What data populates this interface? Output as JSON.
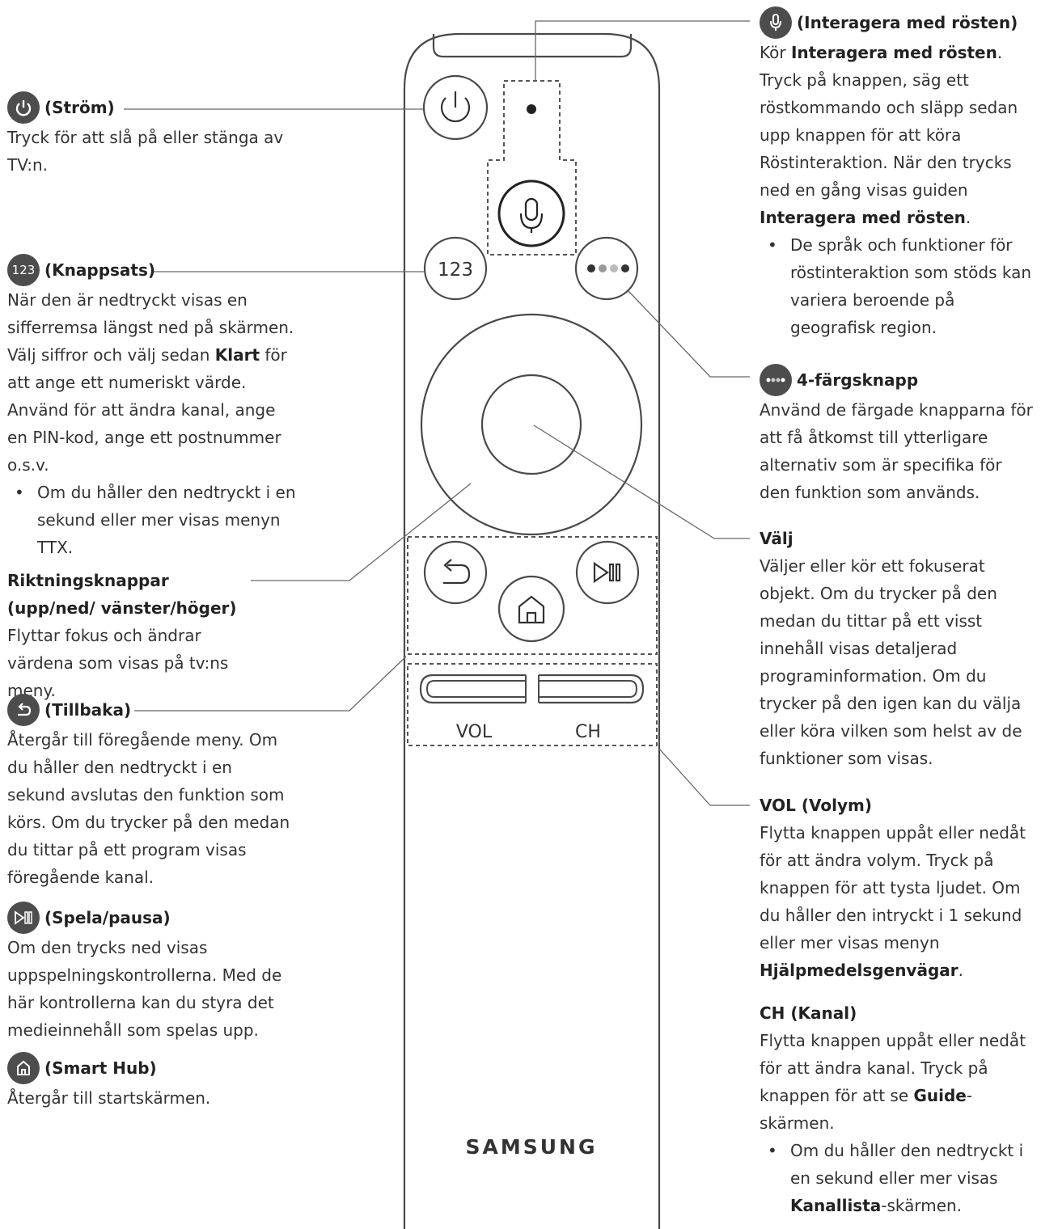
{
  "left": {
    "power": {
      "title": "(Ström)",
      "desc": "Tryck för att slå på eller stänga av TV:n."
    },
    "keypad": {
      "icon_label": "123",
      "title": "(Knappsats)",
      "desc_1": "När den är nedtryckt visas en sifferremsa längst ned på skärmen. Välj siffror och välj sedan",
      "desc_bold": "Klart",
      "desc_2": "för att ange ett numeriskt värde. Använd för att ändra kanal, ange en PIN-kod, ange ett postnummer o.s.v.",
      "bullet": "Om du håller den nedtryckt i en sekund eller mer visas menyn TTX."
    },
    "direction": {
      "title": "Riktningsknappar (upp/ned/ vänster/höger)",
      "desc": "Flyttar fokus och ändrar värdena som visas på tv:ns meny."
    },
    "back": {
      "title": "(Tillbaka)",
      "desc": "Återgår till föregående meny. Om du håller den nedtryckt i en sekund avslutas den funktion som körs. Om du trycker på den medan du tittar på ett program visas föregående kanal."
    },
    "playpause": {
      "title": "(Spela/pausa)",
      "desc": "Om den trycks ned visas uppspelningskontrollerna. Med de här kontrollerna kan du styra det medieinnehåll som spelas upp."
    },
    "smarthub": {
      "title": "(Smart Hub)",
      "desc": "Återgår till startskärmen."
    }
  },
  "right": {
    "voice": {
      "title": "(Interagera med rösten)",
      "desc_pre": "Kör",
      "desc_bold1": "Interagera med rösten",
      "desc_mid": ". Tryck på knappen, säg ett röstkommando och släpp sedan upp knappen för att köra Röstinteraktion. När den trycks ned en gång visas guiden",
      "desc_bold2": "Interagera med rösten",
      "desc_end": ".",
      "bullet": "De språk och funktioner för röstinteraktion som stöds kan variera beroende på geografisk region."
    },
    "color": {
      "title": "4-färgsknapp",
      "desc": "Använd de färgade knapparna för att få åtkomst till ytterligare alternativ som är specifika för den funktion som används."
    },
    "select": {
      "title": "Välj",
      "desc": "Väljer eller kör ett fokuserat objekt. Om du trycker på den medan du tittar på ett visst innehåll visas detaljerad programinformation. Om du trycker på den igen kan du välja eller köra vilken som helst av de funktioner som visas."
    },
    "vol": {
      "title": "VOL (Volym)",
      "desc": "Flytta knappen uppåt eller nedåt för att ändra volym. Tryck på knappen för att tysta ljudet. Om du håller den intryckt i 1 sekund eller mer visas menyn",
      "desc_bold": "Hjälpmedelsgenvägar",
      "desc_end": "."
    },
    "ch": {
      "title": "CH (Kanal)",
      "desc": "Flytta knappen uppåt eller nedåt för att ändra kanal. Tryck på knappen för att se",
      "desc_bold": "Guide",
      "desc_end": "-skärmen.",
      "bullet_pre": "Om du håller den nedtryckt i en sekund eller mer visas",
      "bullet_bold": "Kanallista",
      "bullet_end": "-skärmen."
    }
  },
  "remote": {
    "keypad_label": "123",
    "vol_label": "VOL",
    "ch_label": "CH",
    "brand": "SAMSUNG"
  }
}
